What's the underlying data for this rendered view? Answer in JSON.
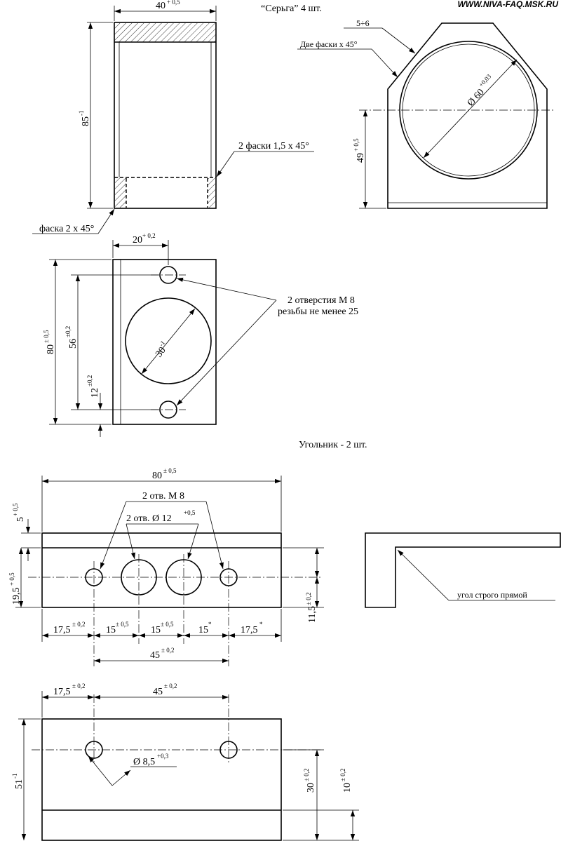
{
  "header": {
    "site": "WWW.NIVA-FAQ.MSK.RU",
    "earring_title": "“Серьга” 4 шт.",
    "bracket_title": "Угольник - 2 шт."
  },
  "earring_side": {
    "dim_width": "40",
    "dim_width_tol": "+ 0,5",
    "dim_height": "85",
    "dim_height_tol": "-1",
    "chamfers_label": "2 фаски 1,5 х 45°",
    "chamfer_label": "фаска 2 х 45°"
  },
  "earring_end": {
    "dim_lug": "5÷6",
    "chamfers_label": "Две фаски х 45°",
    "dim_diameter": "Ø 60",
    "dim_diameter_tol": "+0,03",
    "dim_center": "49",
    "dim_center_tol": "+ 0,5"
  },
  "plate": {
    "dim_hole_x": "20",
    "dim_hole_x_tol": "+ 0,2",
    "dim_height": "80",
    "dim_height_tol": "± 0,5",
    "dim_hole_pitch": "56",
    "dim_hole_pitch_tol": "±0,2",
    "dim_hole_bottom": "12",
    "dim_hole_bottom_tol": "±0,2",
    "dim_bore": "30",
    "dim_bore_tol": "-1",
    "holes_label_line1": "2 отверстия М 8",
    "holes_label_line2": "резьбы не менее 25"
  },
  "bracket_front": {
    "dim_length": "80",
    "dim_length_tol": "± 0,5",
    "dim_flange": "5",
    "dim_flange_tol": "+ 0,5",
    "dim_axis": "19,5",
    "dim_axis_tol": "+ 0,5",
    "dim_axis_right": "11,5",
    "dim_axis_right_tol": "± 0,2",
    "m8_label": "2 отв. М 8",
    "holes12_label": "2 отв. Ø 12",
    "holes12_tol": "+0,5",
    "chain": [
      {
        "v": "17,5",
        "t": "± 0,2"
      },
      {
        "v": "15",
        "t": "± 0,5"
      },
      {
        "v": "15",
        "t": "± 0,5"
      },
      {
        "v": "15",
        "t": "*"
      },
      {
        "v": "17,5",
        "t": "*"
      }
    ],
    "dim_m8_pitch": "45",
    "dim_m8_pitch_tol": "± 0,2"
  },
  "bracket_profile": {
    "note": "угол строго прямой"
  },
  "bracket_bottom": {
    "dim_left": "17,5",
    "dim_left_tol": "± 0,2",
    "dim_pitch": "45",
    "dim_pitch_tol": "± 0,2",
    "dim_height": "51",
    "dim_height_tol": "-1",
    "dim_hole": "Ø 8,5",
    "dim_hole_tol": "+0,3",
    "dim_30": "30",
    "dim_30_tol": "± 0,2",
    "dim_10": "10",
    "dim_10_tol": "± 0,2"
  }
}
